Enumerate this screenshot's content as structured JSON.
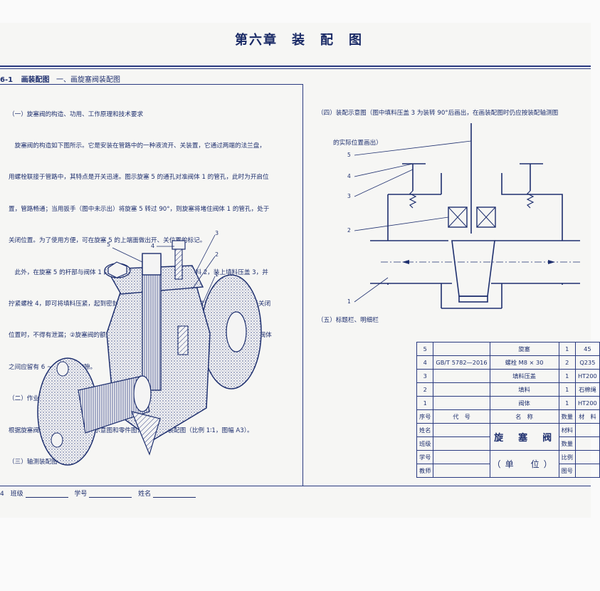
{
  "chapter_title": "第六章　装　配　图",
  "section": {
    "number": "6-1",
    "title": "画装配图",
    "subtitle": "一、画旋塞阀装配图"
  },
  "left": {
    "part1_heading": "（一）旋塞阀的构造、功用、工作原理和技术要求",
    "part1_lines": [
      "　旋塞阀的构造如下图所示。它是安装在管路中的一种液流开、关装置，它通过两端的法兰盘，",
      "用螺栓联接于管路中，其特点是开关迅速。图示旋塞 5 的通孔对准阀体 1 的管孔，此时为开启位",
      "置，管路畅通；当用扳手（图中未示出）将旋塞 5 转过 90°，则旋塞将堵住阀体 1 的管孔，处于",
      "关闭位置。为了使用方便，可在旋塞 5 的上端面做出开、关位置的标记。",
      "　此外，在旋塞 5 的杆部与阀体 1 的上腔之间装有材料为石棉绳的填料 2，装上填料压盖 3，并",
      "拧紧螺栓 4，即可将填料压紧，起到密封防漏作用。本旋塞阀的技术要求为：①当旋塞阀处于关闭",
      "位置时，不得有泄漏；②旋塞阀的额定工作压力为 2.5 × 10⁵Pa；③填料压紧后，填料压盖与阀体",
      "之间应留有 6 ~ 8mm 的空隙。"
    ],
    "part2_heading": "（二）作业",
    "part2_line": "根据旋塞阀的轴测装配图、装配示意图和零件图，画出它的装配图（比例 1∶1，图幅 A3）。",
    "part3_heading": "（三）轴测装配图",
    "iso_callouts": [
      "5",
      "4",
      "3",
      "2",
      "1"
    ]
  },
  "right": {
    "part4_heading": "（四）装配示意图（图中填料压盖 3 为装转 90°后画出，在画装配图时仍应按装配轴测图",
    "part4_heading2": "的实际位置画出）",
    "schematic_labels": [
      "5",
      "4",
      "3",
      "2",
      "1"
    ],
    "part5_heading": "（五）标题栏、明细栏"
  },
  "parts_list": {
    "rows": [
      {
        "no": "5",
        "code": "",
        "name": "旋塞",
        "qty": "1",
        "material": "45"
      },
      {
        "no": "4",
        "code": "GB/T 5782—2016",
        "name": "螺栓 M8 × 30",
        "qty": "2",
        "material": "Q235"
      },
      {
        "no": "3",
        "code": "",
        "name": "填料压盖",
        "qty": "1",
        "material": "HT200"
      },
      {
        "no": "2",
        "code": "",
        "name": "填料",
        "qty": "1",
        "material": "石棉绳"
      },
      {
        "no": "1",
        "code": "",
        "name": "阀体",
        "qty": "1",
        "material": "HT200"
      }
    ],
    "header": {
      "no": "序号",
      "code": "代　号",
      "name": "名　称",
      "qty": "数量",
      "material": "材　料"
    },
    "title_block": {
      "labels": [
        "姓名",
        "班级",
        "学号",
        "教师"
      ],
      "drawing_name": "旋　塞　阀",
      "unit": "（单　位）",
      "right_labels": [
        "材料",
        "数量",
        "比例",
        "图号"
      ]
    }
  },
  "footer": {
    "page": "4",
    "class_label": "班级",
    "id_label": "学号",
    "name_label": "姓名"
  }
}
